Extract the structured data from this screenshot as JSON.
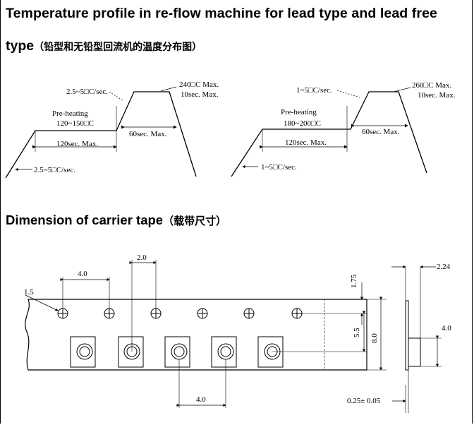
{
  "headings": {
    "reflow_title_line1": "Temperature profile in re-flow machine for lead type and lead free",
    "reflow_title_line2": "type",
    "reflow_title_cn": "（铅型和无铅型回流机的温度分布图）",
    "tape_title": "Dimension of carrier tape",
    "tape_title_cn": "（载带尺寸）"
  },
  "profile_lead": {
    "ramp_top": "2.5~5□C/sec.",
    "peak_temp": "240□C Max.",
    "peak_time": "10sec. Max.",
    "preheat_label": "Pre-heating",
    "preheat_range": "120~150□C",
    "reflow_time": "60sec. Max.",
    "preheat_time": "120sec. Max.",
    "ramp_bottom": "2.5~5□C/sec."
  },
  "profile_leadfree": {
    "ramp_top": "1~5□C/sec.",
    "peak_temp": "260□C Max.",
    "peak_time": "10sec. Max.",
    "preheat_label": "Pre-heating",
    "preheat_range": "180~200□C",
    "reflow_time": "60sec. Max.",
    "preheat_time": "120sec. Max.",
    "ramp_bottom": "1~5□C/sec."
  },
  "tape_dims": {
    "hole_dia": "1.5",
    "hole_pitch": "4.0",
    "pocket_offset": "2.0",
    "edge_to_hole": "1.75",
    "hole_to_pocket": "5.5",
    "tape_width": "8.0",
    "pocket_pitch": "4.0",
    "tape_thickness": "2.24",
    "pocket_depth": "4.0",
    "base_thickness": "0.25± 0.05"
  }
}
